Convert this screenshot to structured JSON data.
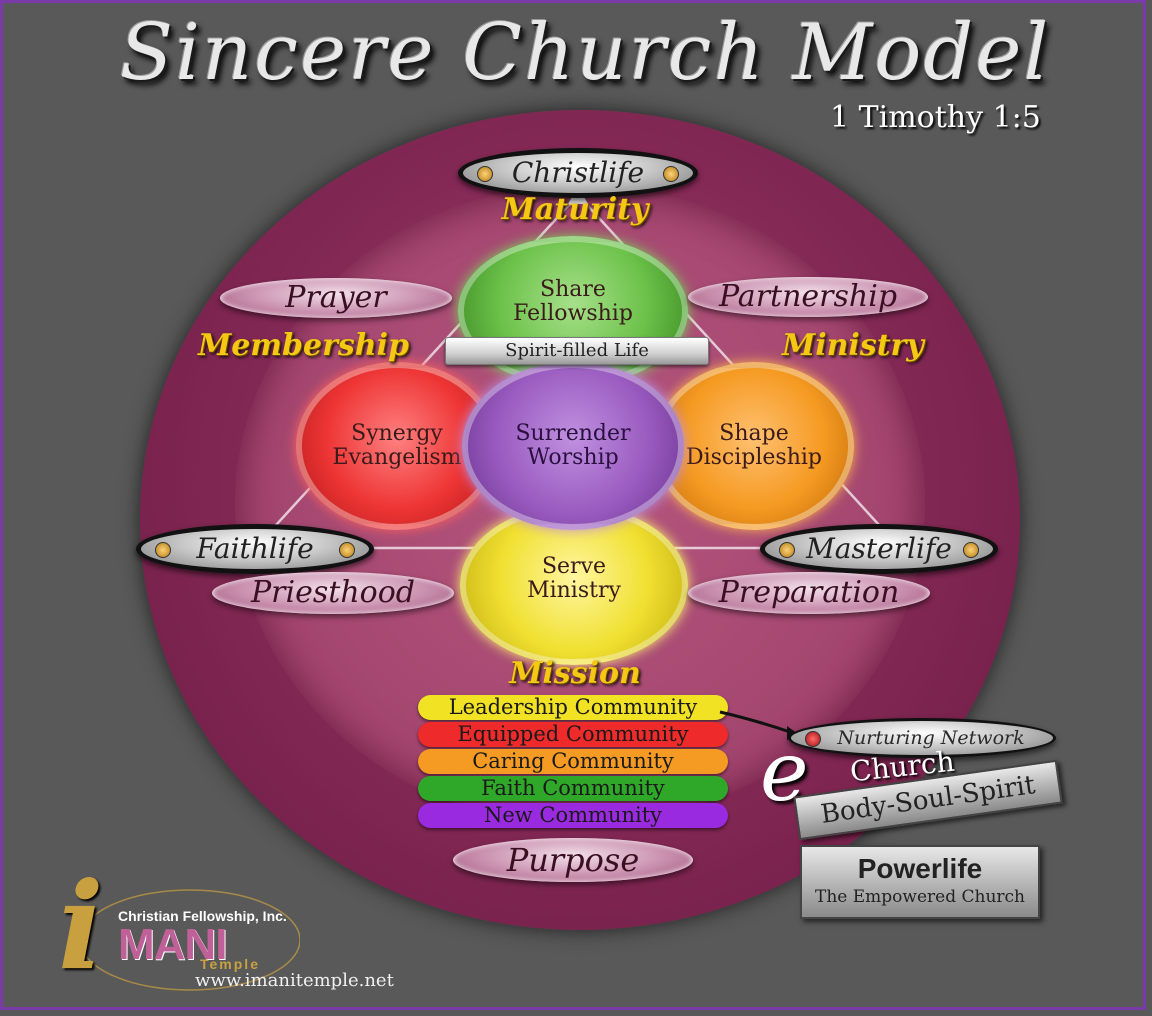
{
  "title": "Sincere Church Model",
  "verse": "1 Timothy 1:5",
  "silver_ovals": {
    "top": "Christlife",
    "left": "Faithlife",
    "right": "Masterlife"
  },
  "gold_labels": {
    "top": "Maturity",
    "left": "Membership",
    "right": "Ministry",
    "bottom": "Mission"
  },
  "pink_ovals": {
    "top_left": "Prayer",
    "top_right": "Partnership",
    "bottom_left": "Priesthood",
    "bottom_right": "Preparation",
    "bottom": "Purpose"
  },
  "circles": {
    "green": [
      "Share",
      "Fellowship"
    ],
    "red": [
      "Synergy",
      "Evangelism"
    ],
    "purple": [
      "Surrender",
      "Worship"
    ],
    "orange": [
      "Shape",
      "Discipleship"
    ],
    "yellow": [
      "Serve",
      "Ministry"
    ]
  },
  "spirit_bar": "Spirit-filled Life",
  "communities": [
    {
      "label": "Leadership Community",
      "color": "#f2e224"
    },
    {
      "label": "Equipped Community",
      "color": "#ee2a2a"
    },
    {
      "label": "Caring Community",
      "color": "#f59a22"
    },
    {
      "label": "Faith Community",
      "color": "#2fa82a"
    },
    {
      "label": "New Community",
      "color": "#9a2ae0"
    }
  ],
  "network": "Nurturing Network",
  "echurch": {
    "e": "e",
    "church": "Church",
    "tagline": "Body-Soul-Spirit"
  },
  "powerlife": {
    "title": "Powerlife",
    "subtitle": "The Empowered Church"
  },
  "logo": {
    "letter": "i",
    "org": "Christian Fellowship, Inc.",
    "name": "MANI",
    "temple": "Temple",
    "url": "www.imanitemple.net"
  }
}
